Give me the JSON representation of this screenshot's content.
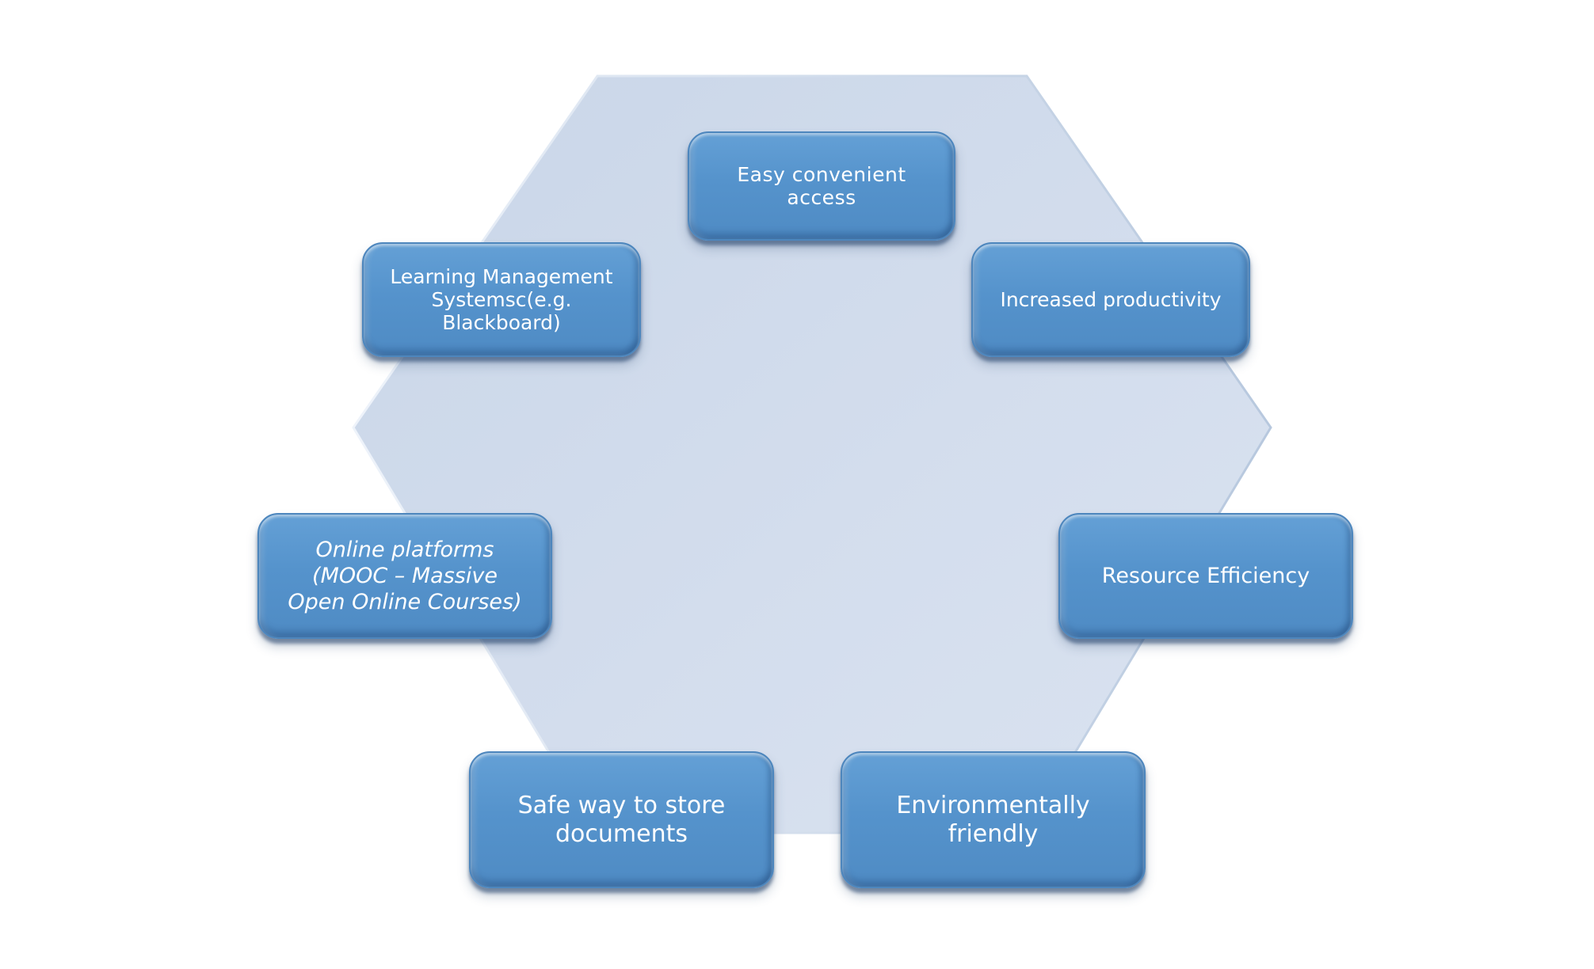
{
  "diagram": {
    "colors": {
      "node_fill": "#5b9bd5",
      "hexagon_fill": "#d0dbea",
      "text": "#ffffff"
    },
    "nodes": [
      {
        "id": "top",
        "label": "Easy convenient access"
      },
      {
        "id": "top-right",
        "label": "Increased productivity"
      },
      {
        "id": "right",
        "label": "Resource Efficiency"
      },
      {
        "id": "bottom-right",
        "label": "Environmentally\nfriendly"
      },
      {
        "id": "bottom-left",
        "label": "Safe way to store\ndocuments"
      },
      {
        "id": "left",
        "label": "Online platforms\n(MOOC – Massive\nOpen Online Courses)"
      },
      {
        "id": "top-left",
        "label": "Learning Management\nSystemsc(e.g.\nBlackboard)"
      }
    ]
  }
}
